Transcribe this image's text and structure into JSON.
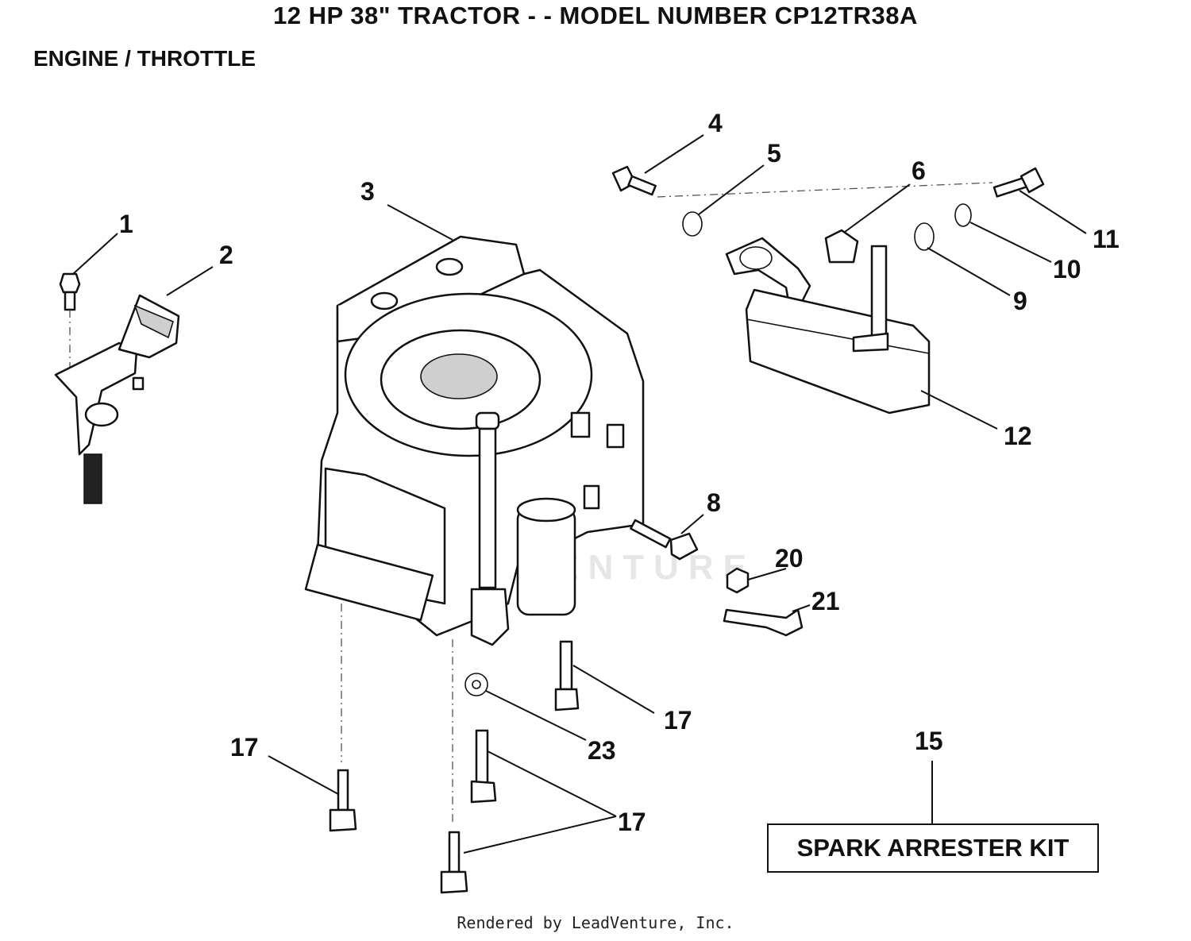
{
  "header": {
    "title": "12 HP 38\" TRACTOR - - MODEL NUMBER CP12TR38A",
    "section": "ENGINE / THROTTLE"
  },
  "watermark": "LEADVENTURE",
  "callouts": {
    "c1": "1",
    "c2": "2",
    "c3": "3",
    "c4": "4",
    "c5": "5",
    "c6": "6",
    "c8": "8",
    "c9": "9",
    "c10": "10",
    "c11": "11",
    "c12": "12",
    "c15": "15",
    "c17a": "17",
    "c17b": "17",
    "c17c": "17",
    "c20": "20",
    "c21": "21",
    "c23": "23"
  },
  "kit_box": {
    "label": "SPARK ARRESTER KIT"
  },
  "footer": {
    "credit": "Rendered by LeadVenture, Inc."
  }
}
